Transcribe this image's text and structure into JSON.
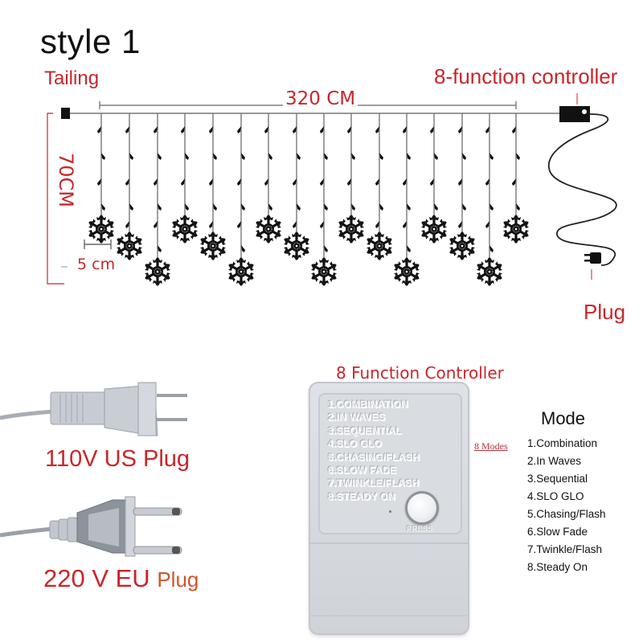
{
  "title": "style 1",
  "labels": {
    "tailing": "Tailing",
    "controller": "8-function controller",
    "width": "320 CM",
    "height": "70CM",
    "spacing": "5 cm",
    "plug": "Plug"
  },
  "plugs": {
    "us": "110V US Plug",
    "eu_main": "220 V EU",
    "eu_suffix": "Plug"
  },
  "controller_section": {
    "title": "8 Function Controller",
    "device_modes": [
      "1.COMBINATION",
      "2.IN WAVES",
      "3.SEQUENTIAL",
      "4.SLO GLO",
      "5.CHASING/FLASH",
      "6.SLOW FADE",
      "7.TWINKLE/FLASH",
      "8.STEADY ON"
    ],
    "button_label": "PRESS",
    "connector_label": "8 Modes"
  },
  "mode_panel": {
    "title": "Mode",
    "items": [
      "1.Combination",
      "2.In Waves",
      "3.Sequential",
      "4.SLO GLO",
      "5.Chasing/Flash",
      "6.Slow Fade",
      "7.Twinkle/Flash",
      "8.Steady On"
    ]
  },
  "diagram": {
    "strand_count": 16,
    "colors": {
      "line": "#555555",
      "bulb": "#111111",
      "accent": "#c8262a"
    }
  }
}
